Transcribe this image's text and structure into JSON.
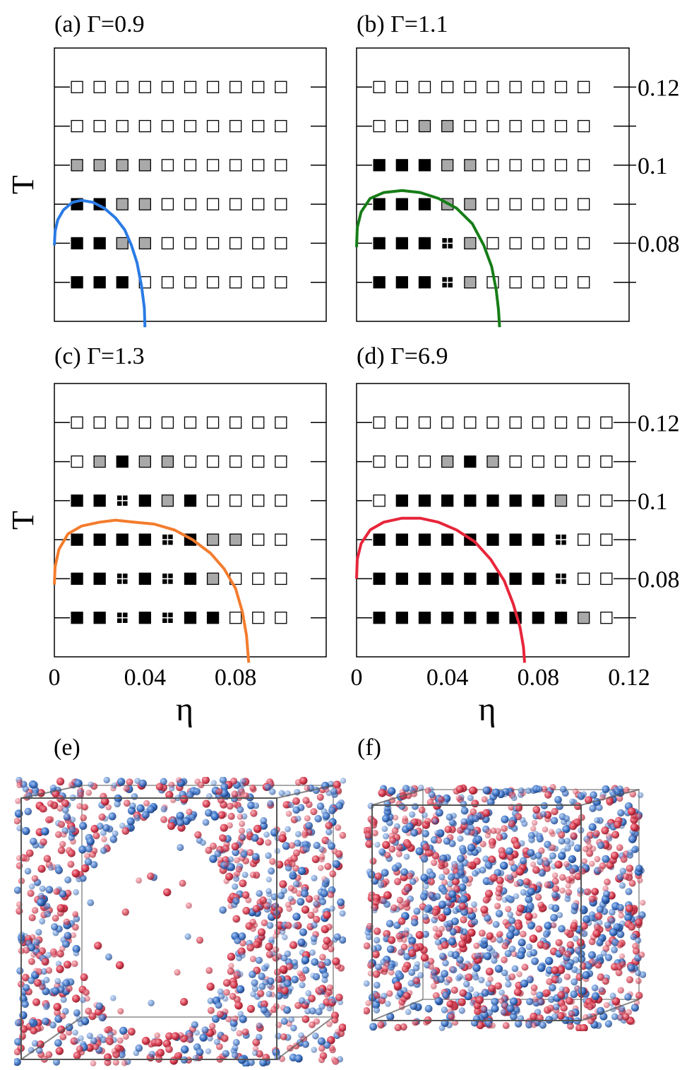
{
  "chart_data": [
    {
      "type": "scatter",
      "panel_label": "(a) Γ=0.9",
      "xlabel": "",
      "ylabel": "T",
      "xlim": [
        0,
        0.12
      ],
      "ylim": [
        0.06,
        0.13
      ],
      "xticks": [],
      "yticks": [],
      "marker_legend": {
        "open": "white",
        "gray": "#aaaaaa",
        "filled": "#000000",
        "cross": "#000000"
      },
      "temperatures": [
        0.07,
        0.08,
        0.09,
        0.1,
        0.11,
        0.12
      ],
      "eta_values": [
        0.01,
        0.02,
        0.03,
        0.04,
        0.05,
        0.06,
        0.07,
        0.08,
        0.09,
        0.1
      ],
      "states": [
        [
          "F",
          "F",
          "F",
          "O",
          "O",
          "O",
          "O",
          "O",
          "O",
          "O"
        ],
        [
          "F",
          "F",
          "G",
          "G",
          "O",
          "O",
          "O",
          "O",
          "O",
          "O"
        ],
        [
          "F",
          "F",
          "G",
          "G",
          "O",
          "O",
          "O",
          "O",
          "O",
          "O"
        ],
        [
          "G",
          "G",
          "G",
          "G",
          "O",
          "O",
          "O",
          "O",
          "O",
          "O"
        ],
        [
          "O",
          "O",
          "O",
          "O",
          "O",
          "O",
          "O",
          "O",
          "O",
          "O"
        ],
        [
          "O",
          "O",
          "O",
          "O",
          "O",
          "O",
          "O",
          "O",
          "O",
          "O"
        ]
      ],
      "curve_color": "#2a7be4",
      "curve_x": [
        0.0,
        0.0003,
        0.0015,
        0.004,
        0.008,
        0.012,
        0.017,
        0.022,
        0.027,
        0.031,
        0.034,
        0.0365,
        0.0385,
        0.0397,
        0.04
      ],
      "curve_y": [
        0.0795,
        0.083,
        0.086,
        0.0885,
        0.0905,
        0.091,
        0.0905,
        0.089,
        0.0865,
        0.0835,
        0.0795,
        0.075,
        0.069,
        0.0635,
        0.0585
      ]
    },
    {
      "type": "scatter",
      "panel_label": "(b) Γ=1.1",
      "xlabel": "",
      "ylabel": "",
      "xlim": [
        0,
        0.12
      ],
      "ylim": [
        0.06,
        0.13
      ],
      "xticks": [],
      "yticks": [
        "0.08",
        "0.1",
        "0.12"
      ],
      "temperatures": [
        0.07,
        0.08,
        0.09,
        0.1,
        0.11,
        0.12
      ],
      "eta_values": [
        0.01,
        0.02,
        0.03,
        0.04,
        0.05,
        0.06,
        0.07,
        0.08,
        0.09,
        0.1
      ],
      "states": [
        [
          "F",
          "F",
          "F",
          "X",
          "G",
          "O",
          "O",
          "O",
          "O",
          "O"
        ],
        [
          "F",
          "F",
          "F",
          "X",
          "G",
          "O",
          "O",
          "O",
          "O",
          "O"
        ],
        [
          "F",
          "F",
          "F",
          "G",
          "G",
          "O",
          "O",
          "O",
          "O",
          "O"
        ],
        [
          "F",
          "F",
          "F",
          "G",
          "G",
          "O",
          "O",
          "O",
          "O",
          "O"
        ],
        [
          "O",
          "O",
          "G",
          "G",
          "O",
          "O",
          "O",
          "O",
          "O",
          "O"
        ],
        [
          "O",
          "O",
          "O",
          "O",
          "O",
          "O",
          "O",
          "O",
          "O",
          "O"
        ]
      ],
      "curve_color": "#167d17",
      "curve_x": [
        0.0,
        0.0003,
        0.002,
        0.006,
        0.012,
        0.02,
        0.028,
        0.036,
        0.044,
        0.051,
        0.056,
        0.0595,
        0.0615,
        0.0625,
        0.063
      ],
      "curve_y": [
        0.079,
        0.084,
        0.088,
        0.0915,
        0.093,
        0.0935,
        0.093,
        0.0915,
        0.089,
        0.085,
        0.0795,
        0.074,
        0.068,
        0.063,
        0.0585
      ]
    },
    {
      "type": "scatter",
      "panel_label": "(c) Γ=1.3",
      "xlabel": "η",
      "ylabel": "T",
      "xlim": [
        0,
        0.12
      ],
      "ylim": [
        0.06,
        0.13
      ],
      "xticks": [
        "0",
        "0.04",
        "0.08"
      ],
      "yticks": [],
      "temperatures": [
        0.07,
        0.08,
        0.09,
        0.1,
        0.11,
        0.12
      ],
      "eta_values": [
        0.01,
        0.02,
        0.03,
        0.04,
        0.05,
        0.06,
        0.07,
        0.08,
        0.09,
        0.1
      ],
      "states": [
        [
          "F",
          "F",
          "X",
          "F",
          "X",
          "F",
          "F",
          "O",
          "O",
          "O"
        ],
        [
          "F",
          "F",
          "X",
          "F",
          "X",
          "F",
          "G",
          "O",
          "O",
          "O"
        ],
        [
          "F",
          "F",
          "F",
          "F",
          "X",
          "F",
          "G",
          "G",
          "O",
          "O"
        ],
        [
          "F",
          "F",
          "X",
          "F",
          "G",
          "F",
          "O",
          "O",
          "O",
          "O"
        ],
        [
          "O",
          "G",
          "F",
          "G",
          "G",
          "O",
          "O",
          "O",
          "O",
          "O"
        ],
        [
          "O",
          "O",
          "O",
          "O",
          "O",
          "O",
          "O",
          "O",
          "O",
          "O"
        ]
      ],
      "curve_color": "#f37c2d",
      "curve_x": [
        0.0,
        0.0003,
        0.002,
        0.006,
        0.012,
        0.02,
        0.027,
        0.035,
        0.044,
        0.053,
        0.061,
        0.069,
        0.075,
        0.08,
        0.083,
        0.0848,
        0.0858
      ],
      "curve_y": [
        0.0785,
        0.083,
        0.0875,
        0.0915,
        0.0935,
        0.0945,
        0.095,
        0.0945,
        0.094,
        0.0925,
        0.09,
        0.0865,
        0.0825,
        0.0775,
        0.0715,
        0.0655,
        0.0585
      ]
    },
    {
      "type": "scatter",
      "panel_label": "(d) Γ=6.9",
      "xlabel": "η",
      "ylabel": "",
      "xlim": [
        0,
        0.12
      ],
      "ylim": [
        0.06,
        0.13
      ],
      "xticks": [
        "0",
        "0.04",
        "0.08",
        "0.12"
      ],
      "yticks": [
        "0.08",
        "0.1",
        "0.12"
      ],
      "temperatures": [
        0.07,
        0.08,
        0.09,
        0.1,
        0.11,
        0.12
      ],
      "eta_values": [
        0.01,
        0.02,
        0.03,
        0.04,
        0.05,
        0.06,
        0.07,
        0.08,
        0.09,
        0.1,
        0.11
      ],
      "states": [
        [
          "F",
          "F",
          "F",
          "F",
          "F",
          "F",
          "F",
          "F",
          "F",
          "G",
          "O"
        ],
        [
          "F",
          "F",
          "F",
          "F",
          "F",
          "F",
          "F",
          "F",
          "X",
          "O",
          "O"
        ],
        [
          "F",
          "F",
          "F",
          "F",
          "F",
          "F",
          "F",
          "F",
          "X",
          "O",
          "O"
        ],
        [
          "O",
          "F",
          "F",
          "F",
          "F",
          "F",
          "F",
          "F",
          "G",
          "O",
          "O"
        ],
        [
          "O",
          "O",
          "O",
          "G",
          "F",
          "G",
          "O",
          "O",
          "O",
          "O",
          "O"
        ],
        [
          "O",
          "O",
          "O",
          "O",
          "O",
          "O",
          "O",
          "O",
          "O",
          "O",
          "O"
        ]
      ],
      "curve_color": "#e8253a",
      "curve_x": [
        0.0,
        0.0003,
        0.002,
        0.006,
        0.012,
        0.02,
        0.028,
        0.036,
        0.044,
        0.052,
        0.059,
        0.065,
        0.069,
        0.072,
        0.0735,
        0.074
      ],
      "curve_y": [
        0.08,
        0.085,
        0.089,
        0.0925,
        0.0945,
        0.0955,
        0.0955,
        0.0945,
        0.0925,
        0.0895,
        0.085,
        0.0795,
        0.0735,
        0.0675,
        0.0625,
        0.0585
      ]
    }
  ],
  "panels_snapshots": {
    "e": {
      "label": "(e)"
    },
    "f": {
      "label": "(f)"
    }
  },
  "colors": {
    "red_particle": "#d9384c",
    "blue_particle": "#3b73c8",
    "box_edge": "#555555"
  }
}
